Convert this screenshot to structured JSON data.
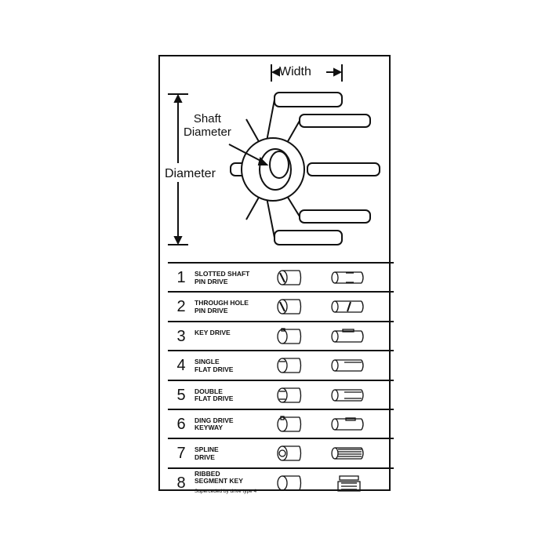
{
  "labels": {
    "width": "Width",
    "shaft_diameter": "Shaft\nDiameter",
    "diameter": "Diameter"
  },
  "drive_types": [
    {
      "num": "1",
      "desc": "SLOTTED SHAFT\nPIN DRIVE",
      "icon": "slotted-pin"
    },
    {
      "num": "2",
      "desc": "THROUGH HOLE\nPIN DRIVE",
      "icon": "through-pin"
    },
    {
      "num": "3",
      "desc": "KEY DRIVE",
      "icon": "key"
    },
    {
      "num": "4",
      "desc": "SINGLE\nFLAT DRIVE",
      "icon": "single-flat"
    },
    {
      "num": "5",
      "desc": "DOUBLE\nFLAT DRIVE",
      "icon": "double-flat"
    },
    {
      "num": "6",
      "desc": "DING DRIVE\nKEYWAY",
      "icon": "ding-keyway"
    },
    {
      "num": "7",
      "desc": "SPLINE\nDRIVE",
      "icon": "spline"
    },
    {
      "num": "8",
      "desc": "RIBBED\nSEGMENT KEY",
      "icon": "ribbed-segment",
      "note": "Superceded by drive type 4"
    }
  ]
}
